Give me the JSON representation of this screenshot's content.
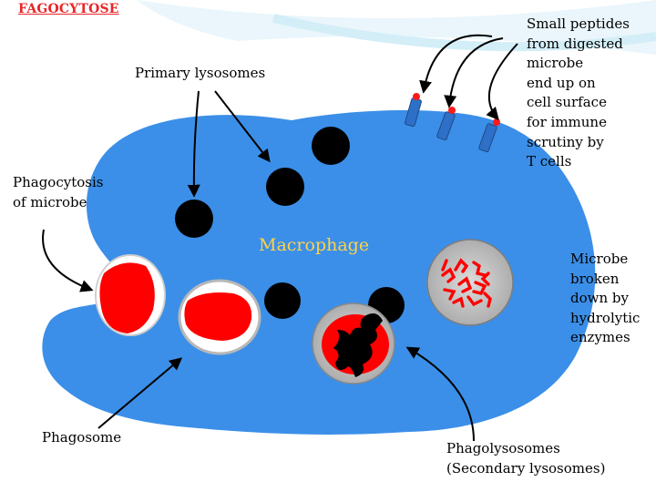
{
  "title": "FAGOCYTOSE",
  "labels": {
    "primary_lysosomes": "Primary lysosomes",
    "small_peptides": "Small peptides\nfrom digested\nmicrobe\nend up on\ncell surface\nfor immune\nscrutiny by\nT cells",
    "phagocytosis": "Phagocytosis\nof microbe",
    "macrophage": "Macrophage",
    "microbe_broken": "Microbe\nbroken\ndown by\nhydrolytic\nenzymes",
    "phagosome": "Phagosome",
    "phagolysosomes": "Phagolysosomes\n(Secondary lysosomes)"
  },
  "colors": {
    "cell": "#3b8fe8",
    "lysosome": "#000000",
    "microbe": "#ff0000",
    "vacuole": "#bfbfbf",
    "receptor": "#2e6fc7",
    "label_center": "#ffd24a",
    "title": "#e8262a"
  }
}
